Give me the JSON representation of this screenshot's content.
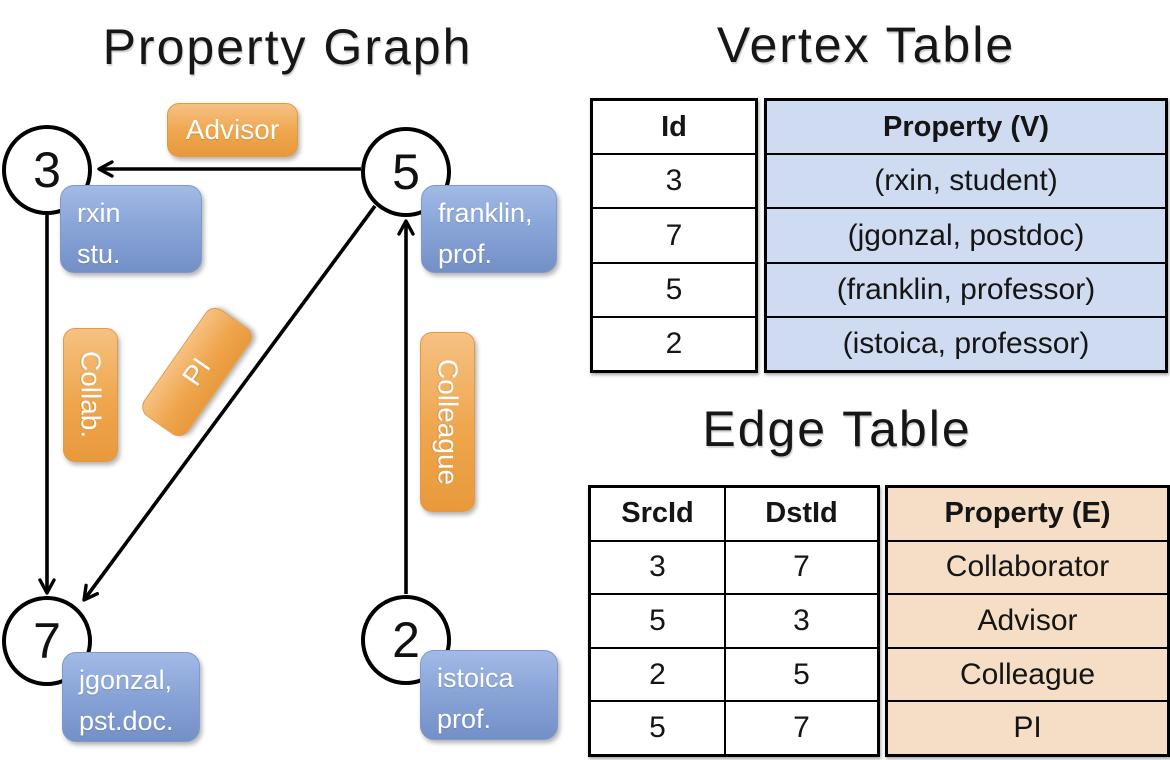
{
  "slide": {
    "graph_title": "Property Graph",
    "vertex_table_title": "Vertex Table",
    "edge_table_title": "Edge Table"
  },
  "graph": {
    "nodes": [
      {
        "id": "3",
        "prop1": "rxin",
        "prop2": "stu."
      },
      {
        "id": "5",
        "prop1": "franklin,",
        "prop2": "prof."
      },
      {
        "id": "7",
        "prop1": "jgonzal,",
        "prop2": "pst.doc."
      },
      {
        "id": "2",
        "prop1": "istoica",
        "prop2": "prof."
      }
    ],
    "edge_labels": [
      {
        "label": "Advisor"
      },
      {
        "label": "Collab."
      },
      {
        "label": "PI"
      },
      {
        "label": "Colleague"
      }
    ]
  },
  "vertex_table": {
    "headers": {
      "id": "Id",
      "property": "Property (V)"
    },
    "rows": [
      {
        "id": "3",
        "property": "(rxin, student)"
      },
      {
        "id": "7",
        "property": "(jgonzal, postdoc)"
      },
      {
        "id": "5",
        "property": "(franklin, professor)"
      },
      {
        "id": "2",
        "property": "(istoica, professor)"
      }
    ]
  },
  "edge_table": {
    "headers": {
      "src": "SrcId",
      "dst": "DstId",
      "property": "Property (E)"
    },
    "rows": [
      {
        "src": "3",
        "dst": "7",
        "property": "Collaborator"
      },
      {
        "src": "5",
        "dst": "3",
        "property": "Advisor"
      },
      {
        "src": "2",
        "dst": "5",
        "property": "Colleague"
      },
      {
        "src": "5",
        "dst": "7",
        "property": "PI"
      }
    ]
  },
  "colors": {
    "vertex_box_blue": "#8AA5D8",
    "edge_label_orange": "#EFA64D",
    "vertex_table_fill": "#CEDBF0",
    "edge_table_fill": "#F5DEC5",
    "line_black": "#000000"
  }
}
